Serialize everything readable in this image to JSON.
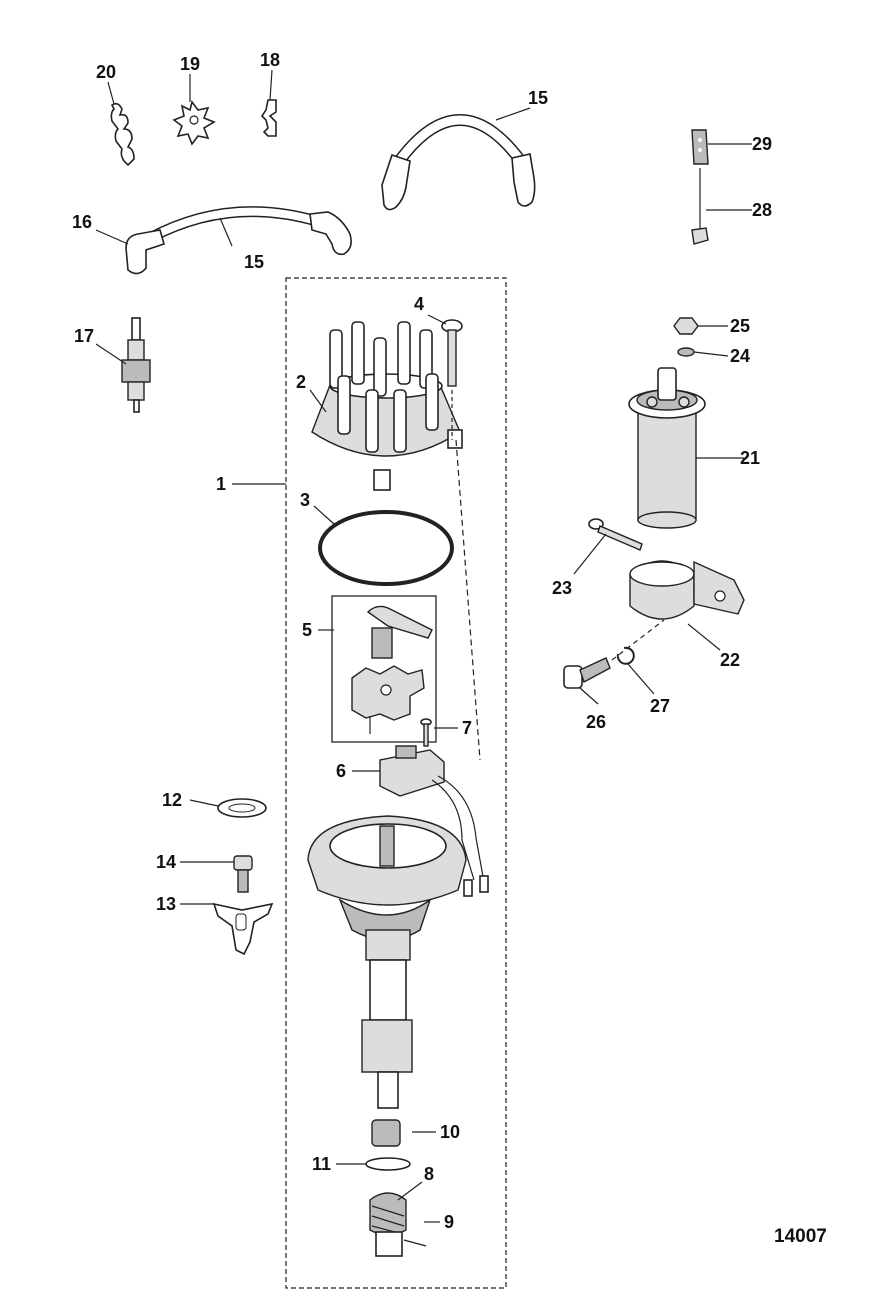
{
  "reference_number": "14007",
  "callouts": [
    "1",
    "2",
    "3",
    "4",
    "5",
    "6",
    "7",
    "8",
    "9",
    "10",
    "11",
    "12",
    "13",
    "14",
    "15",
    "15",
    "16",
    "17",
    "18",
    "19",
    "20",
    "21",
    "22",
    "23",
    "24",
    "25",
    "26",
    "27",
    "28",
    "29"
  ]
}
